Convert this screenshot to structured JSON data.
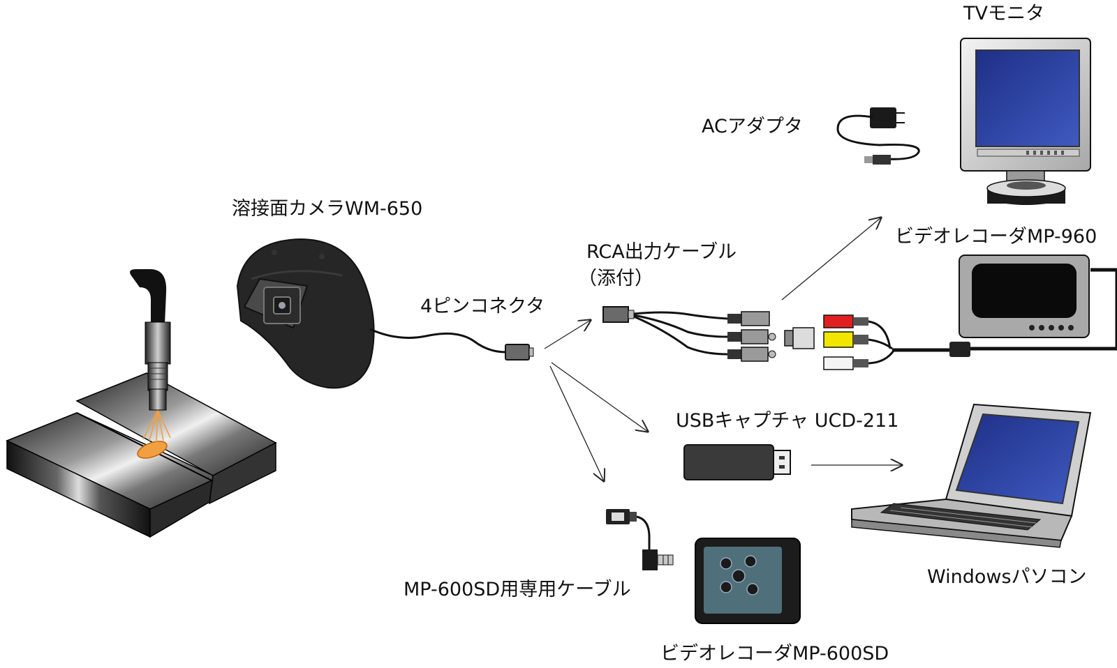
{
  "labels": {
    "tv_monitor": "TVモニタ",
    "ac_adapter": "ACアダプタ",
    "helmet_camera": "溶接面カメラWM-650",
    "recorder_960": "ビデオレコーダMP-960",
    "rca_cable": "RCA出力ケーブル",
    "rca_note": "（添付）",
    "pin_connector": "4ピンコネクタ",
    "usb_capture": "USBキャプチャ UCD-211",
    "pc": "Windowsパソコン",
    "mp600_cable": "MP-600SD用専用ケーブル",
    "recorder_600": "ビデオレコーダMP-600SD"
  },
  "colors": {
    "screen_blue": "#2a3f9a",
    "rca_red": "#e02020",
    "rca_yellow": "#f2e600",
    "weld_glow": "#f0a040",
    "steel_dark": "#1a1a1a"
  },
  "icons": {
    "welding": "welding-torch-icon",
    "helmet": "welding-helmet-camera-icon",
    "tv": "tv-monitor-icon",
    "adapter": "ac-adapter-icon",
    "recorder_960": "video-recorder-icon",
    "usb": "usb-capture-stick-icon",
    "laptop": "laptop-icon",
    "recorder_600": "portable-recorder-icon"
  }
}
